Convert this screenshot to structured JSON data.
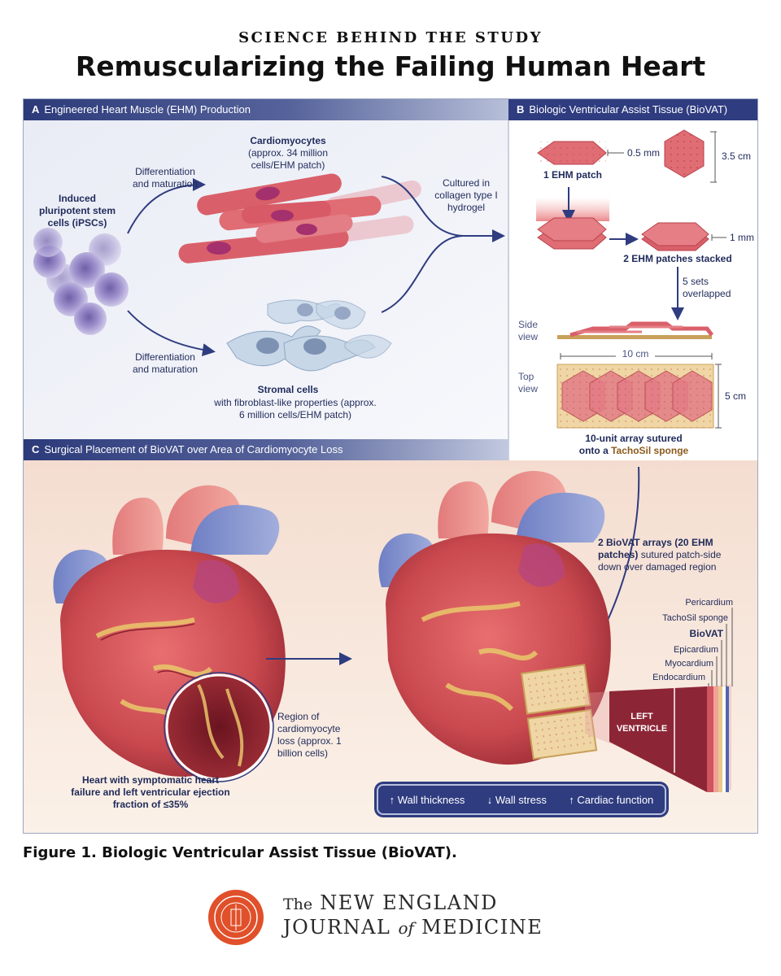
{
  "header": {
    "kicker": "SCIENCE BEHIND THE STUDY",
    "title": "Remuscularizing the Failing Human Heart"
  },
  "panel_a": {
    "letter": "A",
    "title": "Engineered Heart Muscle (EHM) Production",
    "ipsc_label": "Induced pluripotent stem cells (iPSCs)",
    "diff_top": "Differentiation and maturation",
    "diff_bottom": "Differentiation and maturation",
    "cardiomyocytes_title": "Cardiomyocytes",
    "cardiomyocytes_detail": "(approx. 34 million cells/EHM patch)",
    "cultured": "Cultured in collagen type I hydrogel",
    "stromal_title": "Stromal cells",
    "stromal_detail": "with fibroblast-like properties (approx. 6 million cells/EHM patch)"
  },
  "panel_b": {
    "letter": "B",
    "title": "Biologic Ventricular Assist Tissue (BioVAT)",
    "thickness_single": "0.5 mm",
    "width_single": "3.5 cm",
    "one_patch": "1 EHM patch",
    "thickness_stacked": "1 mm",
    "stacked": "2 EHM patches stacked",
    "overlap": "5 sets overlapped",
    "side_view": "Side view",
    "top_view": "Top view",
    "length": "10 cm",
    "height": "5 cm",
    "array_line1": "10-unit array sutured",
    "array_line2_prefix": "onto a ",
    "array_sponge": "TachoSil sponge"
  },
  "panel_c": {
    "letter": "C",
    "title": "Surgical Placement of BioVAT over Area of Cardiomyocyte Loss",
    "heart_caption": "Heart with symptomatic heart failure and left ventricular ejection fraction of ≤35%",
    "region": "Region of cardiomyocyte loss (approx. 1 billion cells)",
    "arrays": "2 BioVAT arrays (20 EHM patches)",
    "arrays_rest": " sutured patch-side down over damaged region",
    "layers": [
      "Pericardium",
      "TachoSil sponge",
      "BioVAT",
      "Epicardium",
      "Myocardium",
      "Endocardium"
    ],
    "ventricle": "LEFT VENTRICLE",
    "outcomes": [
      "↑ Wall thickness",
      "↓ Wall stress",
      "↑ Cardiac function"
    ]
  },
  "caption": "Figure 1. Biologic Ventricular Assist Tissue (BioVAT).",
  "journal": {
    "the": "The",
    "line1": "NEW ENGLAND",
    "line2a": "JOURNAL",
    "line2of": "of",
    "line2b": "MEDICINE"
  },
  "colors": {
    "navy": "#2f3c80",
    "muscle": "#d9606a",
    "sponge": "#e8c98a",
    "seal": "#e0502a"
  }
}
